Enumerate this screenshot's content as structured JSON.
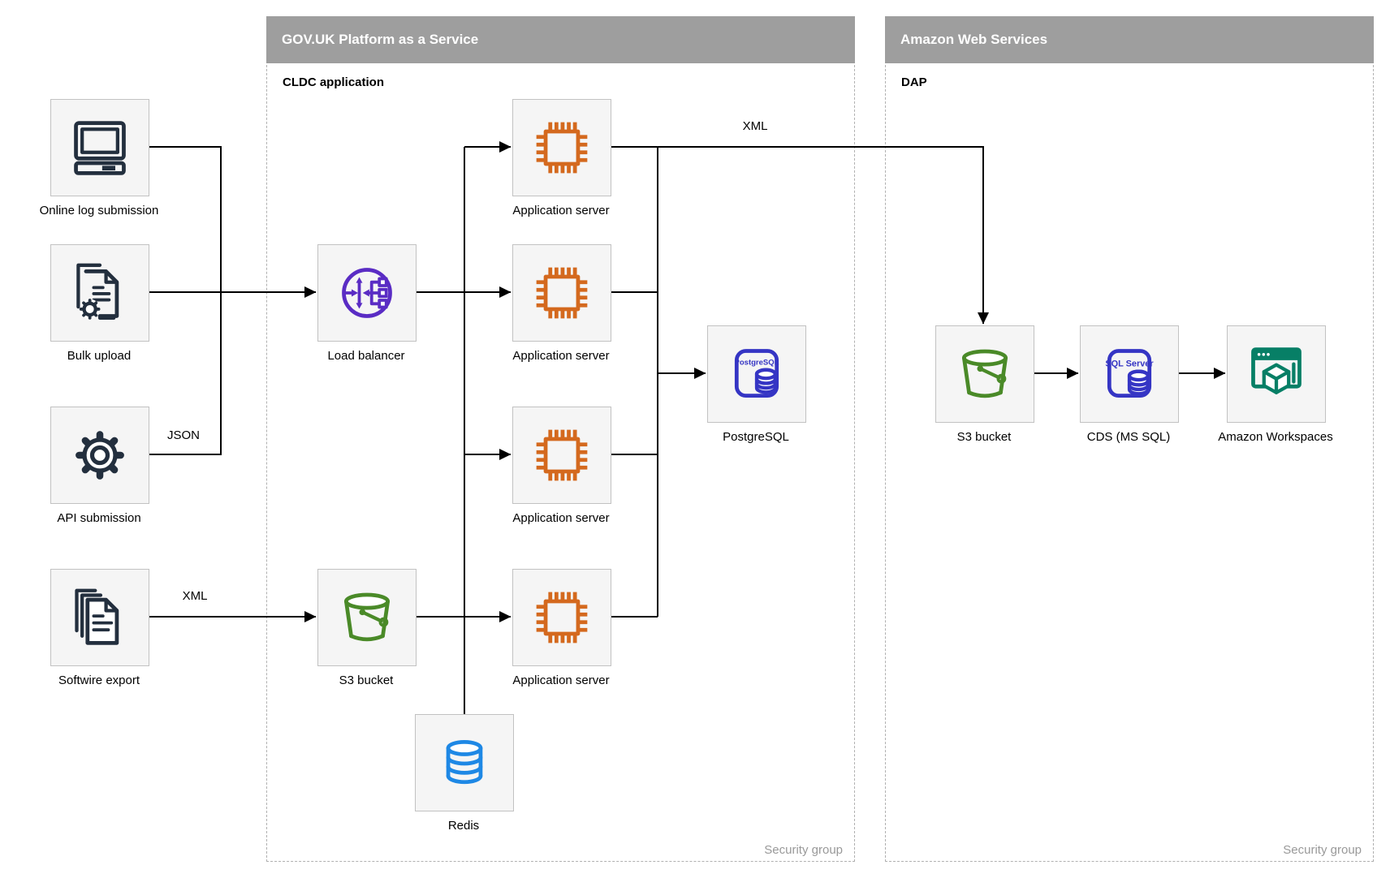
{
  "containers": {
    "govuk": {
      "title": "GOV.UK Platform as a Service",
      "sublabel": "CLDC application",
      "footer": "Security group"
    },
    "aws": {
      "title": "Amazon Web Services",
      "sublabel": "DAP",
      "footer": "Security group"
    }
  },
  "nodes": {
    "online_log": {
      "label": "Online log submission",
      "icon": "computer-icon"
    },
    "bulk_upload": {
      "label": "Bulk upload",
      "icon": "document-gear-icon"
    },
    "api_submission": {
      "label": "API submission",
      "icon": "gear-icon"
    },
    "softwire_export": {
      "label": "Softwire export",
      "icon": "documents-stack-icon"
    },
    "load_balancer": {
      "label": "Load balancer",
      "icon": "load-balancer-icon"
    },
    "s3_govuk": {
      "label": "S3 bucket",
      "icon": "s3-bucket-icon"
    },
    "app_server_1": {
      "label": "Application server",
      "icon": "chip-icon"
    },
    "app_server_2": {
      "label": "Application server",
      "icon": "chip-icon"
    },
    "app_server_3": {
      "label": "Application server",
      "icon": "chip-icon"
    },
    "app_server_4": {
      "label": "Application server",
      "icon": "chip-icon"
    },
    "postgresql": {
      "label": "PostgreSQL",
      "icon": "postgresql-icon",
      "icon_text": "PostgreSQL"
    },
    "redis": {
      "label": "Redis",
      "icon": "database-cylinder-icon"
    },
    "s3_aws": {
      "label": "S3 bucket",
      "icon": "s3-bucket-icon"
    },
    "cds": {
      "label": "CDS (MS SQL)",
      "icon": "sql-server-icon",
      "icon_text": "SQL Server"
    },
    "workspaces": {
      "label": "Amazon Workspaces",
      "icon": "workspaces-icon"
    }
  },
  "edge_labels": {
    "json_api": "JSON",
    "xml_softwire": "XML",
    "xml_to_aws": "XML"
  },
  "colors": {
    "container_header_bg": "#9e9e9e",
    "container_header_text": "#ffffff",
    "container_border": "#b0b0b0",
    "node_fill": "#f5f5f5",
    "node_border": "#c2c2c2",
    "edge": "#000000",
    "muted_text": "#999999",
    "icon_dark": "#232f3e",
    "icon_purple": "#5a2cc4",
    "icon_orange": "#d4691e",
    "icon_indigo": "#3535c4",
    "icon_green": "#4a8a28",
    "icon_azure": "#1e88e5",
    "icon_teal": "#077f66"
  }
}
